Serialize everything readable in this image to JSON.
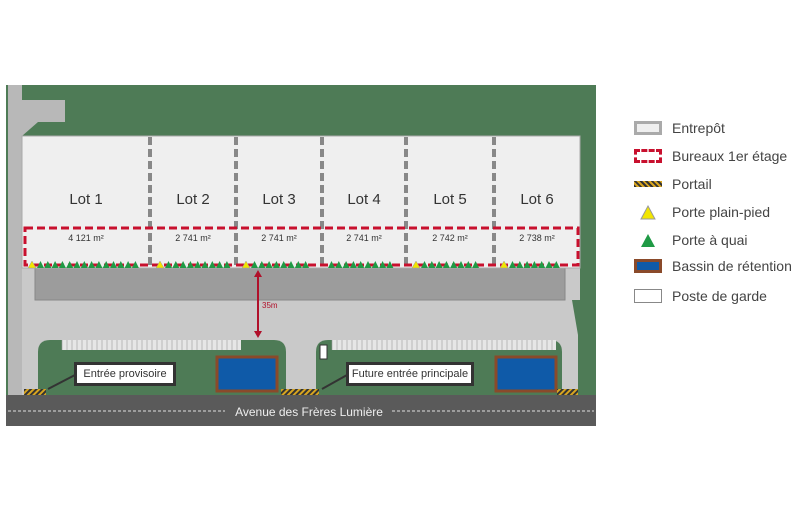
{
  "lots": [
    {
      "label": "Lot 1",
      "area": "4 121 m²",
      "dock_doors": 14,
      "plain_doors": 1
    },
    {
      "label": "Lot 2",
      "area": "2 741 m²",
      "dock_doors": 9,
      "plain_doors": 1
    },
    {
      "label": "Lot 3",
      "area": "2 741 m²",
      "dock_doors": 8,
      "plain_doors": 1
    },
    {
      "label": "Lot 4",
      "area": "2 741 m²",
      "dock_doors": 9,
      "plain_doors": 0
    },
    {
      "label": "Lot 5",
      "area": "2 742 m²",
      "dock_doors": 8,
      "plain_doors": 1
    },
    {
      "label": "Lot 6",
      "area": "2 738 m²",
      "dock_doors": 7,
      "plain_doors": 1
    }
  ],
  "distance_label": "35m",
  "entrances": {
    "temporary": "Entrée provisoire",
    "future_main": "Future entrée principale"
  },
  "road_name": "Avenue des Frères Lumière",
  "legend": [
    {
      "label": "Entrepôt"
    },
    {
      "label": "Bureaux 1er étage"
    },
    {
      "label": "Portail"
    },
    {
      "label": "Porte plain-pied"
    },
    {
      "label": "Porte à quai"
    },
    {
      "label": "Bassin de rétention"
    },
    {
      "label": "Poste de garde"
    }
  ],
  "colors": {
    "green": "#4e7b56",
    "warehouse": "#efefef",
    "yard": "#c9c9c9",
    "dock": "#9c9c9c",
    "road": "#5a5a5a",
    "office": "#c8102e",
    "basin": "#0f5aa8",
    "basin_border": "#8a4a2a",
    "dock_door": "#1f9a45",
    "plain_door": "#f2e600"
  }
}
